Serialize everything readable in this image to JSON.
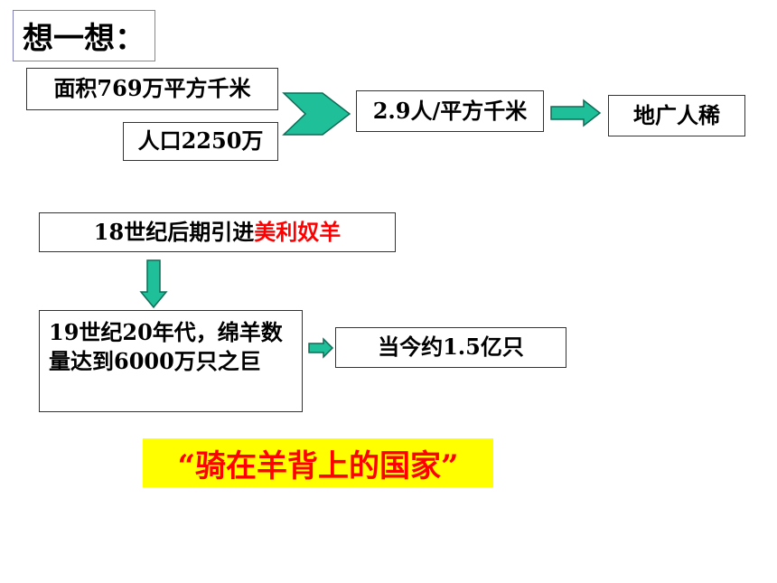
{
  "title": "想一想：",
  "boxes": {
    "area": "面积769万平方千米",
    "population": "人口2250万",
    "density": "2.9人/平方千米",
    "conclusion": "地广人稀",
    "sheep_intro_prefix": "18世纪后期引进",
    "sheep_intro_highlight": "美利奴羊",
    "sheep_1820s": "19世纪20年代，绵羊数量达到6000万只之巨",
    "sheep_now": "当今约1.5亿只"
  },
  "banner": "“骑在羊背上的国家”",
  "colors": {
    "arrow_fill": "#1fbf9a",
    "arrow_stroke": "#0e6b55",
    "highlight_text": "#ff0000",
    "banner_bg": "#ffff00",
    "title_border": "#8080c0"
  }
}
